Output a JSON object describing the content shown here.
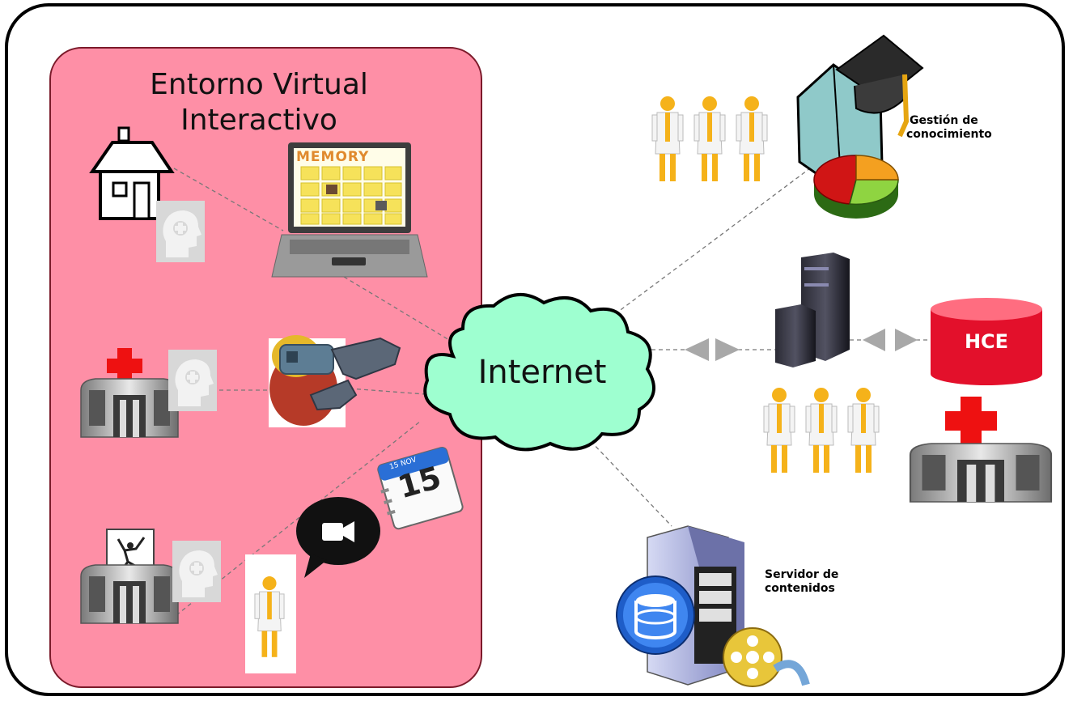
{
  "panel": {
    "title_line1": "Entorno Virtual",
    "title_line2": "Interactivo"
  },
  "cloud": {
    "label": "Internet"
  },
  "knowledge": {
    "line1": "Gestión de",
    "line2": "conocimiento"
  },
  "content_server": {
    "line1": "Servidor de",
    "line2": "contenidos"
  },
  "database": {
    "label": "HCE"
  },
  "game": {
    "label": "MEMORY"
  },
  "calendar": {
    "month": "15 NOV",
    "day": "15"
  },
  "colors": {
    "panel_fill": "#fe8fa6",
    "cloud_fill": "#9effd0",
    "database_fill": "#e3102b",
    "cross_red": "#ee1111",
    "doctor_orange": "#f5b21a"
  },
  "icons": [
    "house-icon",
    "head-profile-icon",
    "laptop-icon",
    "hospital-icon",
    "robot-glove-icon",
    "calendar-icon",
    "video-chat-icon",
    "exercise-icon",
    "doctor-icon",
    "graduation-book-icon",
    "pie-chart-icon",
    "server-rack-icon",
    "database-icon",
    "film-reel-icon"
  ]
}
